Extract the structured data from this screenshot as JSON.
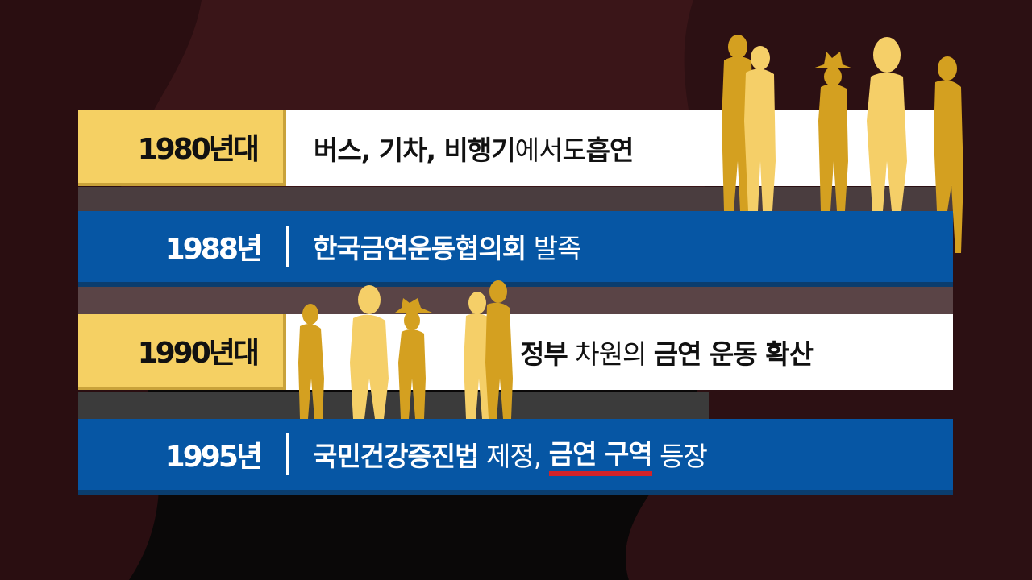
{
  "colors": {
    "background": "#3a1518",
    "yellow": "#f5d063",
    "blue": "#0656a4",
    "underline": "#d2232a",
    "figure_dark": "#d4a020",
    "figure_light": "#f5cf68"
  },
  "rows": [
    {
      "year": "1980년대",
      "text_regular_pre": "",
      "text_bold": "버스, 기차, 비행기",
      "text_regular": "에서도 ",
      "text_bold2": "흡연"
    },
    {
      "year": "1988년",
      "text_bold": "한국금연운동협의회",
      "text_regular": " 발족"
    },
    {
      "year": "1990년대",
      "text_bold": "정부",
      "text_regular": " 차원의 ",
      "text_bold2": "금연 운동 확산"
    },
    {
      "year": "1995년",
      "text_bold": "국민건강증진법",
      "text_regular": " 제정, ",
      "text_underlined": "금연 구역",
      "text_regular2": " 등장"
    }
  ]
}
